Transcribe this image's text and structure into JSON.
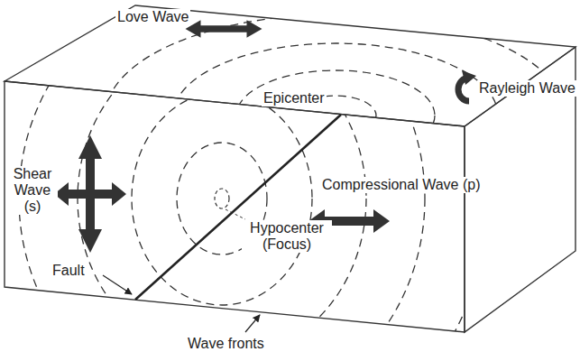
{
  "diagram": {
    "labels": [
      "Love Wave",
      "Rayleigh Wave",
      "Epicenter",
      "Shear Wave (s)",
      "Compressional Wave (p)",
      "Hypocenter (Focus)",
      "Fault",
      "Wave fronts"
    ]
  }
}
